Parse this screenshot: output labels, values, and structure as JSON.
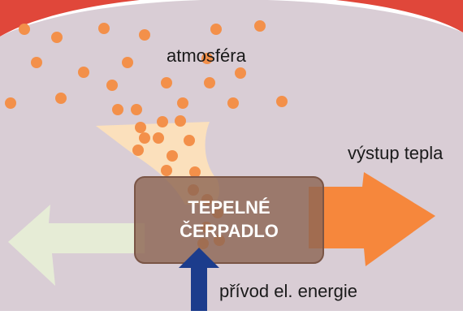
{
  "labels": {
    "atmosphere": "atmosféra",
    "heat_output": "výstup tepla",
    "pump_line1": "TEPELNÉ",
    "pump_line2": "ČERPADLO",
    "power_input": "přívod el. energie"
  },
  "colors": {
    "background": "#d9cdd5",
    "border": "#e0473a",
    "particle": "#f3904a",
    "funnel": "#fbe0bc",
    "heat_arrow": "#f6873c",
    "loss_arrow": "#e6ecd6",
    "pump_box": "#8e6654",
    "power_arrow": "#1c3c8c"
  },
  "icons": [
    "heat-arrow-icon",
    "loss-arrow-icon",
    "power-arrow-icon"
  ]
}
